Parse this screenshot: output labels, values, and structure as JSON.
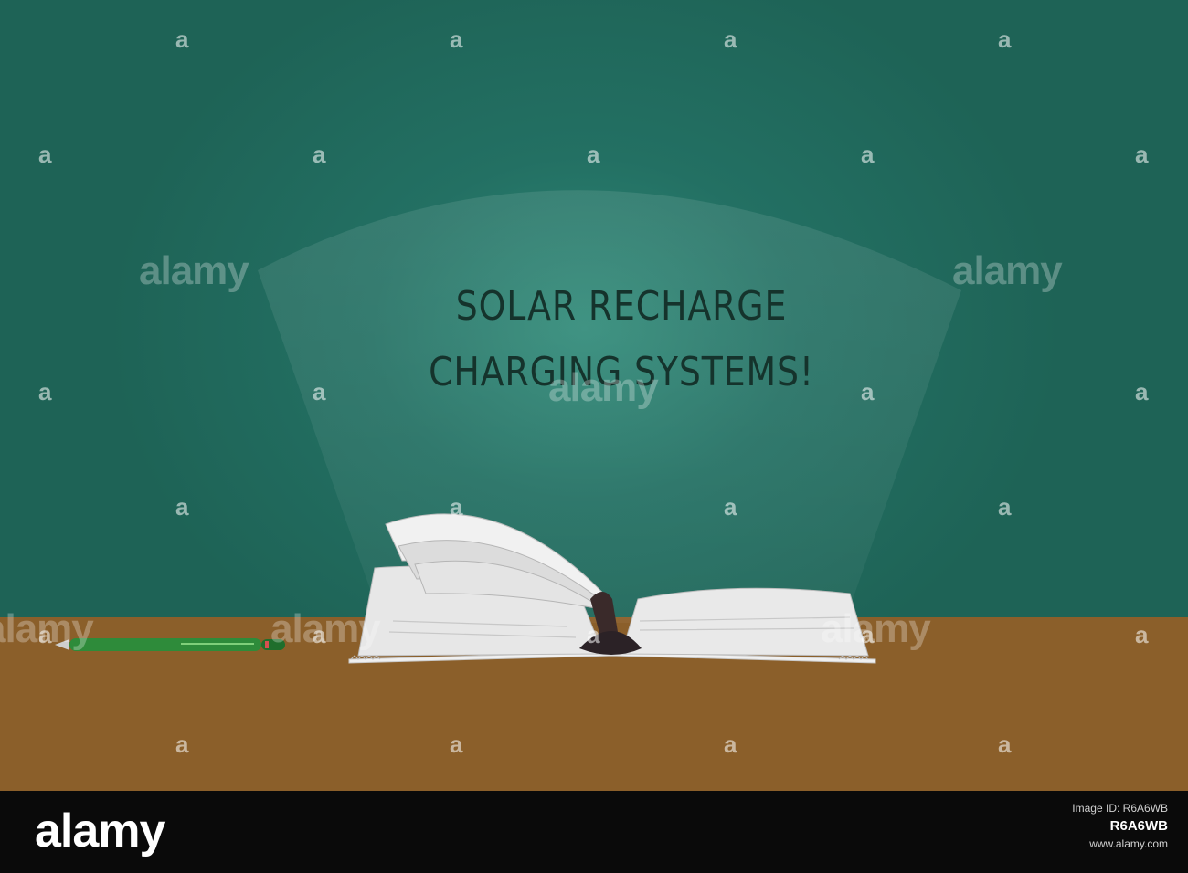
{
  "scene": {
    "headline_line1": "SOLAR RECHARGE",
    "headline_line2": "CHARGING SYSTEMS!",
    "colors": {
      "wall": "#1e6356",
      "wall_glow": "#2f8a78",
      "desk": "#8b5f2a",
      "text": "#15332c",
      "pen": "#2e8b3a"
    }
  },
  "watermark": {
    "small_mark": "a",
    "big_mark": "alamy"
  },
  "footer": {
    "brand": "alamy",
    "credit_line": "Image ID: R6A6WB",
    "image_code": "R6A6WB",
    "site": "www.alamy.com"
  }
}
